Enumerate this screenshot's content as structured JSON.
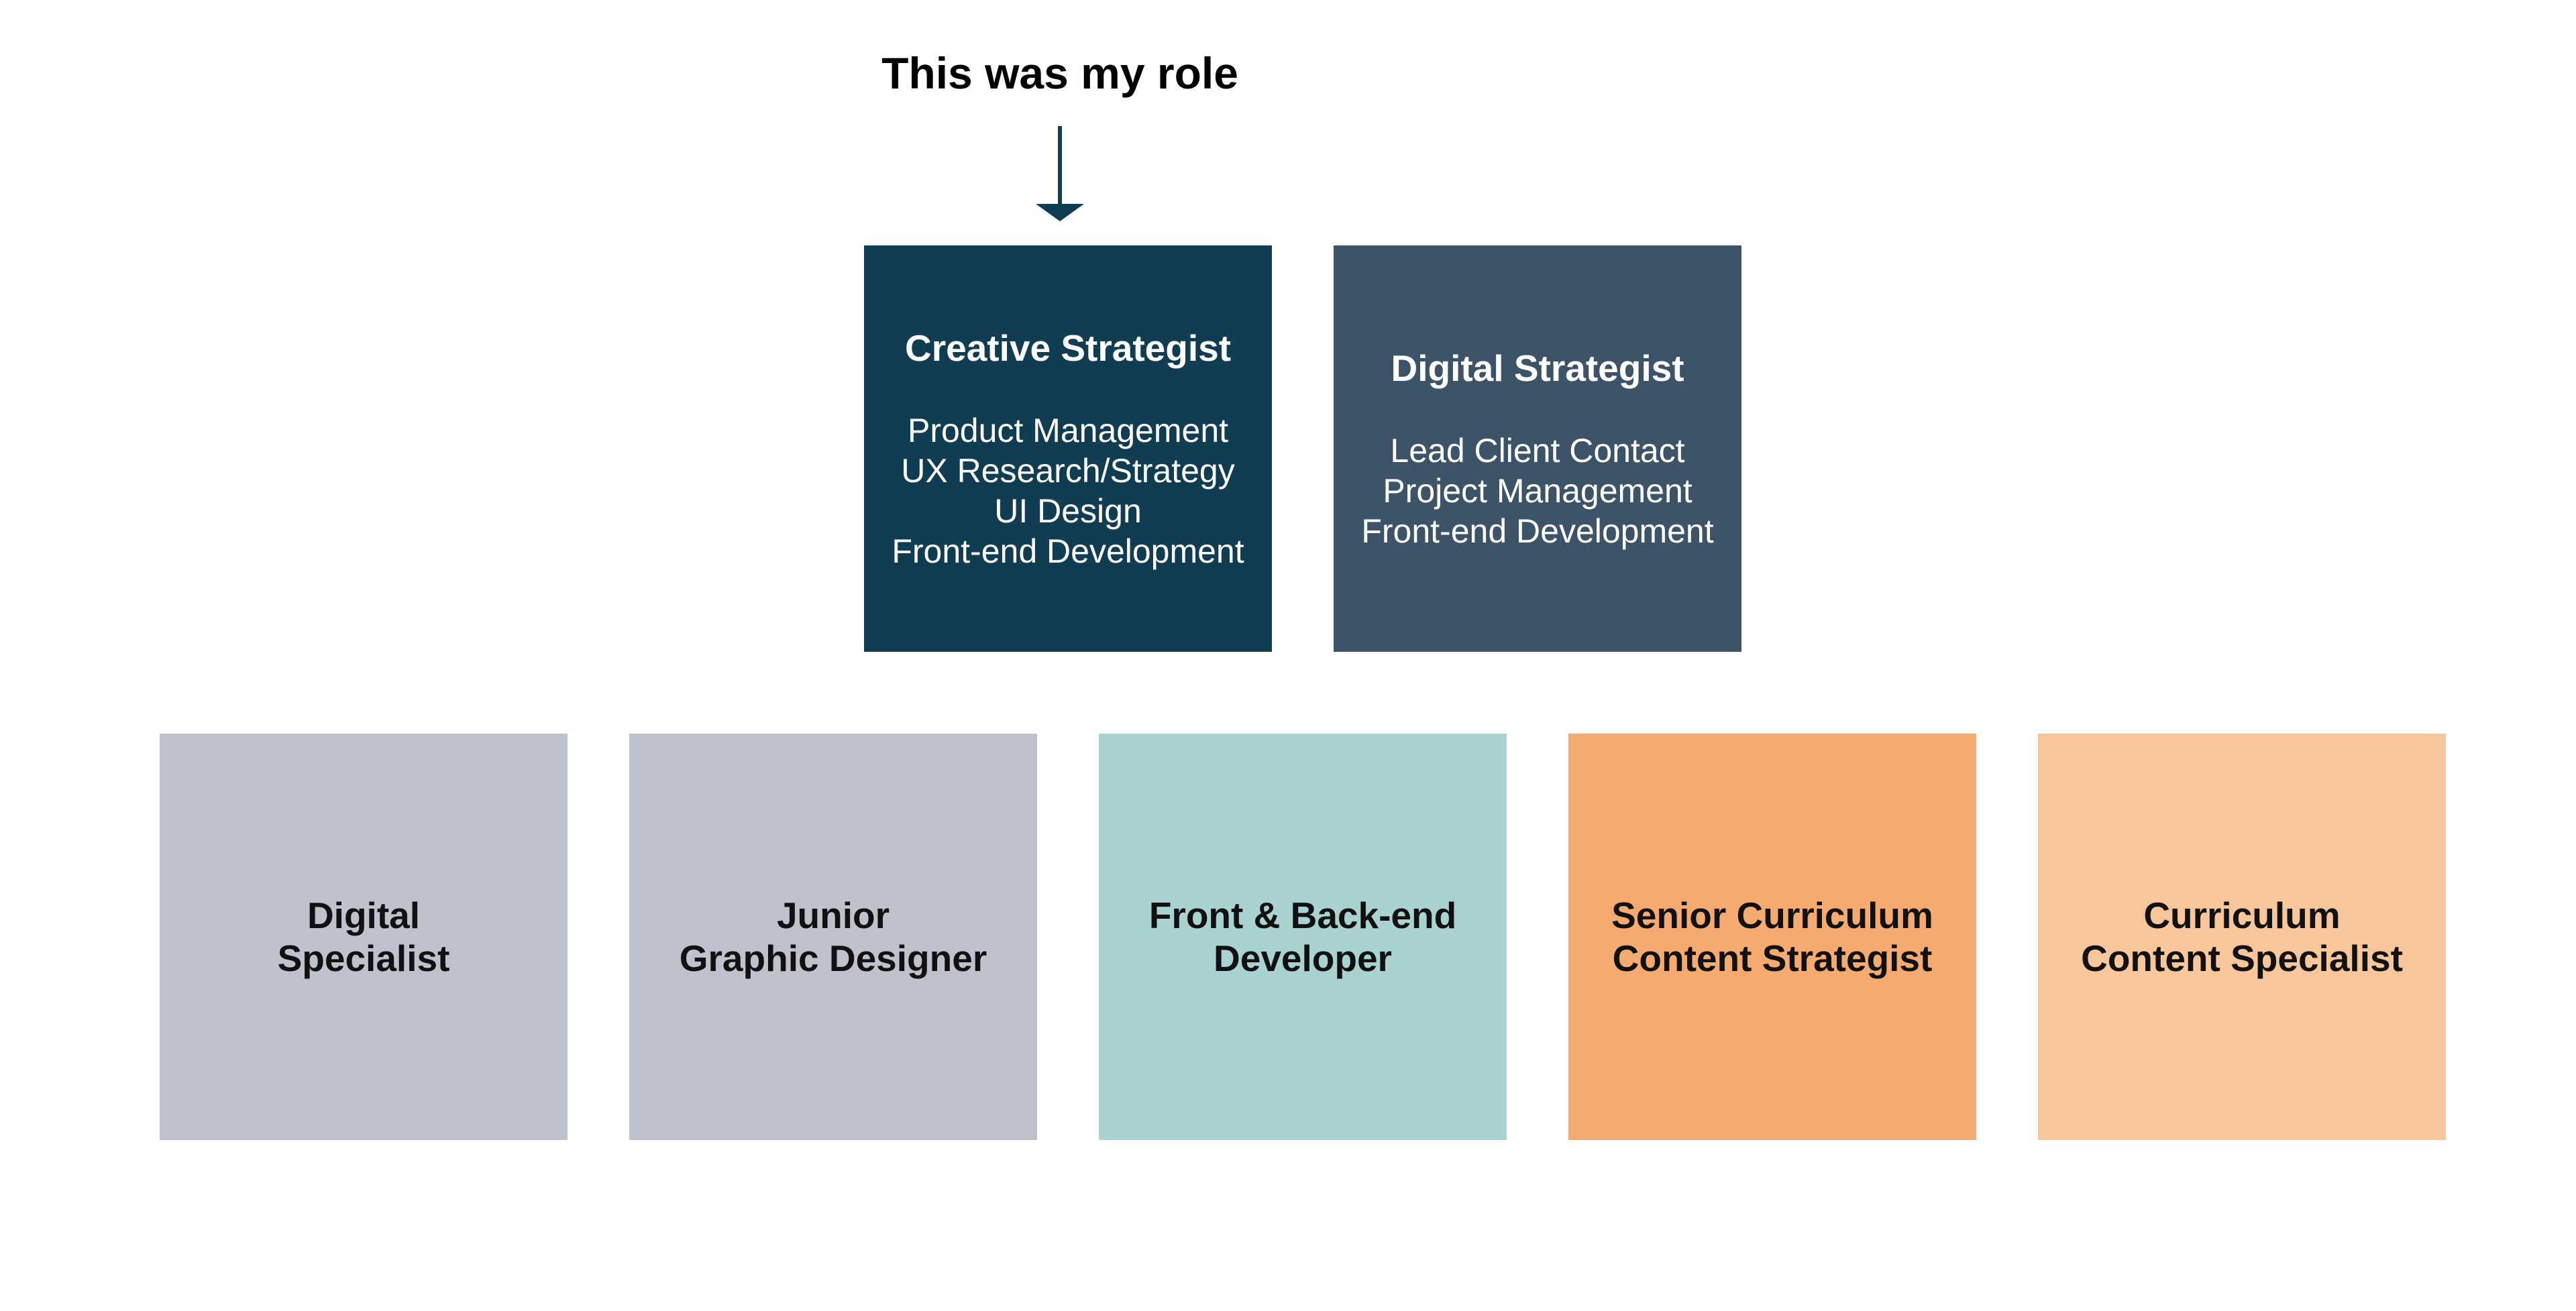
{
  "callout": {
    "text": "This was my role"
  },
  "top_roles": [
    {
      "title": "Creative Strategist",
      "lines": [
        "Product Management",
        "UX Research/Strategy",
        "UI Design",
        "Front-end Development"
      ],
      "color": "#113d52"
    },
    {
      "title": "Digital Strategist",
      "lines": [
        "Lead Client Contact",
        "Project Management",
        "Front-end Development"
      ],
      "color": "#3d5468"
    }
  ],
  "bottom_roles": [
    {
      "label": "Digital\nSpecialist",
      "color": "#bfc2cd"
    },
    {
      "label": "Junior\nGraphic Designer",
      "color": "#bfc2cd"
    },
    {
      "label": "Front & Back-end\nDeveloper",
      "color": "#a9d2d1"
    },
    {
      "label": "Senior Curriculum\nContent Strategist",
      "color": "#f5ab70"
    },
    {
      "label": "Curriculum\nContent Specialist",
      "color": "#f8c69b"
    }
  ],
  "arrow_color": "#113d52"
}
